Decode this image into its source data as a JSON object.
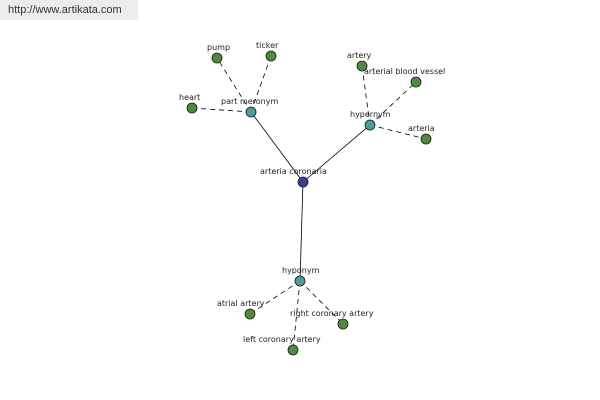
{
  "watermark": "http://www.artikata.com",
  "colors": {
    "center": "#3a3f9a",
    "relation": "#4f9a9a",
    "leaf": "#4f8a3e",
    "edge": "#000000"
  },
  "nodes": [
    {
      "id": "arteria_coronaria",
      "label": "arteria coronaria",
      "kind": "center"
    },
    {
      "id": "part_meronym",
      "label": "part meronym",
      "kind": "relation"
    },
    {
      "id": "hypernym",
      "label": "hypernym",
      "kind": "relation"
    },
    {
      "id": "hyponym",
      "label": "hyponym",
      "kind": "relation"
    },
    {
      "id": "pump",
      "label": "pump",
      "kind": "leaf"
    },
    {
      "id": "ticker",
      "label": "ticker",
      "kind": "leaf"
    },
    {
      "id": "heart",
      "label": "heart",
      "kind": "leaf"
    },
    {
      "id": "artery",
      "label": "artery",
      "kind": "leaf"
    },
    {
      "id": "arterial_blood_vessel",
      "label": "arterial blood vessel",
      "kind": "leaf"
    },
    {
      "id": "arteria",
      "label": "arteria",
      "kind": "leaf"
    },
    {
      "id": "atrial_artery",
      "label": "atrial artery",
      "kind": "leaf"
    },
    {
      "id": "right_coronary_artery",
      "label": "right coronary artery",
      "kind": "leaf"
    },
    {
      "id": "left_coronary_artery",
      "label": "left coronary artery",
      "kind": "leaf"
    }
  ],
  "edges": [
    {
      "from": "arteria_coronaria",
      "to": "part_meronym",
      "style": "solid"
    },
    {
      "from": "arteria_coronaria",
      "to": "hypernym",
      "style": "solid"
    },
    {
      "from": "arteria_coronaria",
      "to": "hyponym",
      "style": "solid"
    },
    {
      "from": "part_meronym",
      "to": "pump",
      "style": "dashed"
    },
    {
      "from": "part_meronym",
      "to": "ticker",
      "style": "dashed"
    },
    {
      "from": "part_meronym",
      "to": "heart",
      "style": "dashed"
    },
    {
      "from": "hypernym",
      "to": "artery",
      "style": "dashed"
    },
    {
      "from": "hypernym",
      "to": "arterial_blood_vessel",
      "style": "dashed"
    },
    {
      "from": "hypernym",
      "to": "arteria",
      "style": "dashed"
    },
    {
      "from": "hyponym",
      "to": "atrial_artery",
      "style": "dashed"
    },
    {
      "from": "hyponym",
      "to": "right_coronary_artery",
      "style": "dashed"
    },
    {
      "from": "hyponym",
      "to": "left_coronary_artery",
      "style": "dashed"
    }
  ]
}
